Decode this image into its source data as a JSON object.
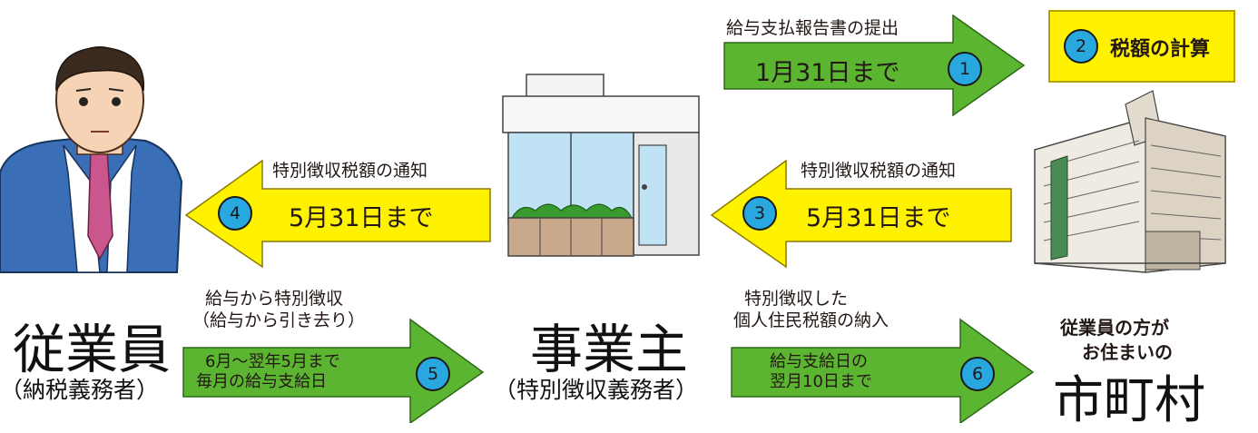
{
  "steps": [
    {
      "number": "1",
      "caption": "給与支払報告書の提出",
      "deadline": "1月31日まで"
    },
    {
      "number": "2",
      "label": "税額の計算"
    },
    {
      "number": "3",
      "caption": "特別徴収税額の通知",
      "deadline": "5月31日まで"
    },
    {
      "number": "4",
      "caption": "特別徴収税額の通知",
      "deadline": "5月31日まで"
    },
    {
      "number": "5",
      "caption_line1": "給与から特別徴収",
      "caption_line2": "（給与から引き去り）",
      "deadline_line1": "6月〜翌年5月まで",
      "deadline_line2": "毎月の給与支給日"
    },
    {
      "number": "6",
      "caption_line1": "特別徴収した",
      "caption_line2": "個人住民税額の納入",
      "deadline_line1": "給与支給日の",
      "deadline_line2": "翌月10日まで"
    }
  ],
  "actors": {
    "employee": {
      "name": "従業員",
      "role": "（納税義務者）"
    },
    "employer": {
      "name": "事業主",
      "role": "（特別徴収義務者）"
    },
    "municipality": {
      "line1": "従業員の方が",
      "line2": "お住まいの",
      "name": "市町村"
    }
  },
  "colors": {
    "green_arrow": "#5cb531",
    "yellow_arrow": "#fff200",
    "circle": "#29a8e0",
    "tax_box": "#fff200"
  }
}
